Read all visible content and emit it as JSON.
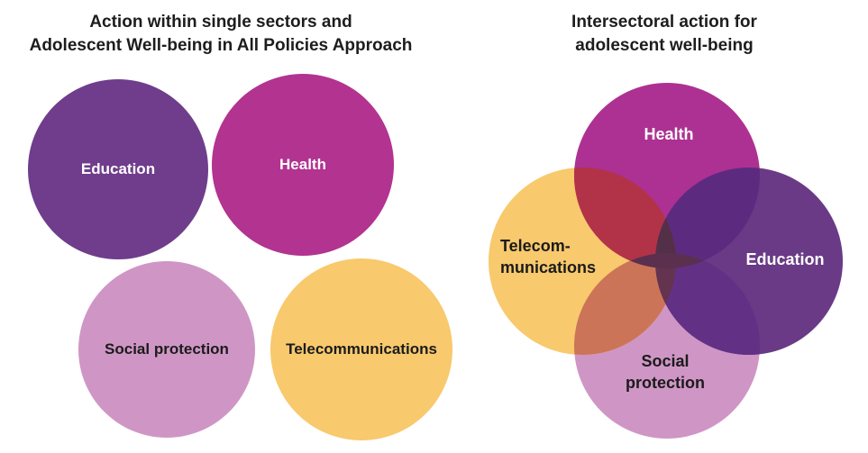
{
  "left_panel": {
    "title_line1": "Action within single sectors and",
    "title_line2": "Adolescent Well-being in All Policies Approach",
    "circles": [
      {
        "label": "Education",
        "color": "#6f3d8c",
        "text": "light"
      },
      {
        "label": "Health",
        "color": "#b23390",
        "text": "light"
      },
      {
        "label": "Social protection",
        "color": "#cf96c5",
        "text": "dark"
      },
      {
        "label": "Telecommunications",
        "color": "#f8c96d",
        "text": "dark"
      }
    ]
  },
  "right_panel": {
    "title_line1": "Intersectoral action for",
    "title_line2": "adolescent well-being",
    "venn": {
      "health": {
        "label": "Health",
        "color": "#ad3192"
      },
      "telecom": {
        "label_line1": "Telecom-",
        "label_line2": "munications",
        "color": "#f8c96d"
      },
      "education": {
        "label": "Education",
        "color": "#6a3a86"
      },
      "social": {
        "label_line1": "Social",
        "label_line2": "protection",
        "color": "#cf96c5"
      },
      "overlaps": {
        "health_telecom": "#b23348",
        "health_education": "#5c2b80",
        "telecom_social": "#cb7457",
        "education_social": "#623186",
        "health_telecom_education": "#543048",
        "telecom_education_social": "#643350",
        "center": "#5a304e"
      }
    }
  },
  "colors": {
    "background": "#ffffff",
    "title_text": "#1d1d1d"
  }
}
